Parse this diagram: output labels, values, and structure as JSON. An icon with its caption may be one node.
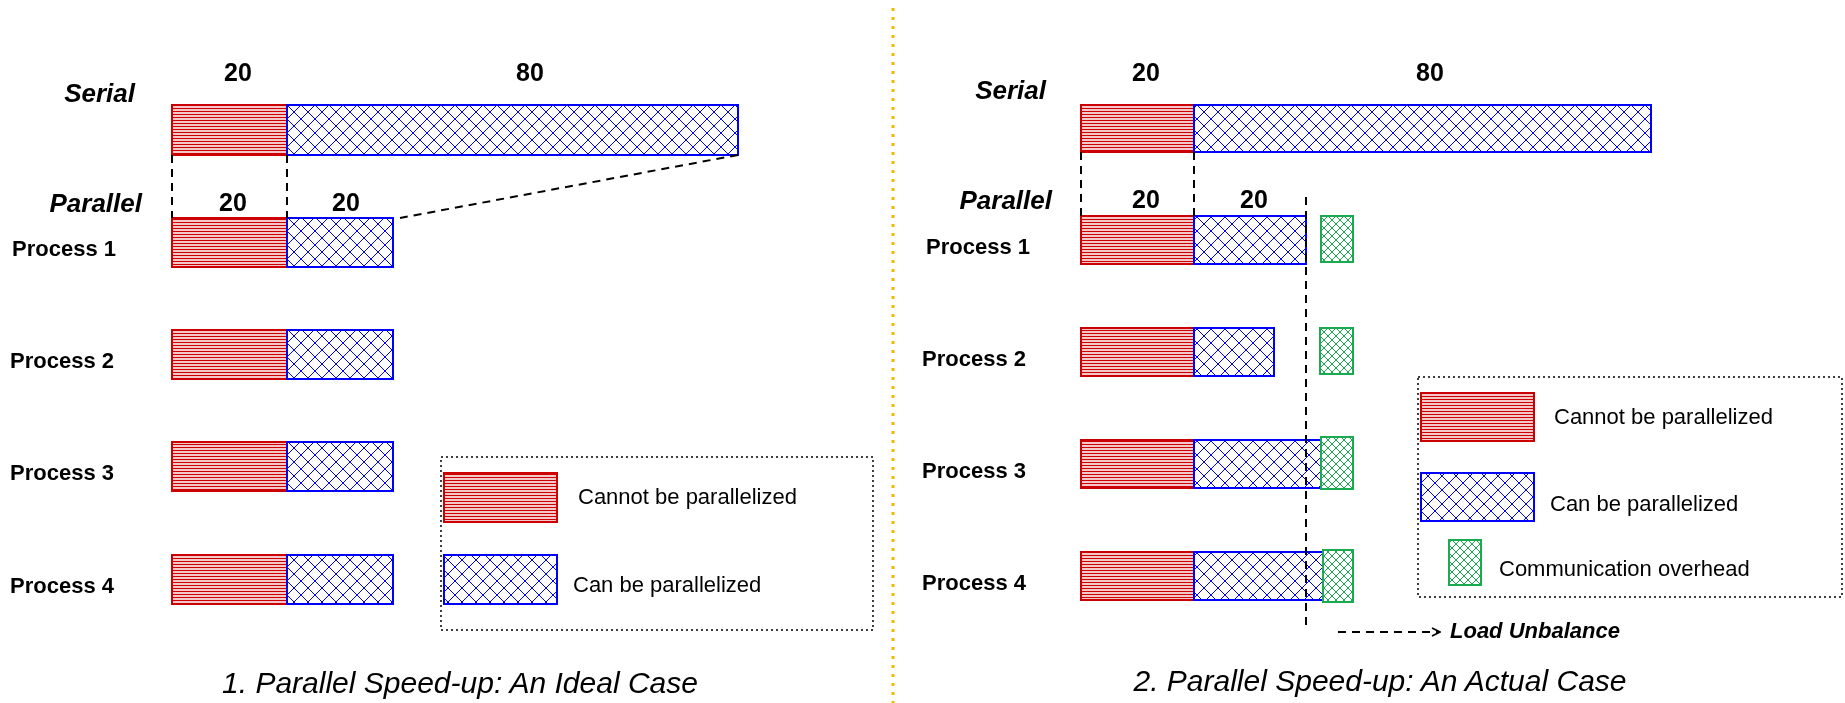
{
  "diagram": {
    "labels": [
      "Serial",
      "20",
      "80",
      "Parallel",
      "20",
      "20",
      "Process 1",
      "Process 2",
      "Process 3",
      "Process 4",
      "1. Parallel Speed-up: An Ideal Case",
      "Serial",
      "20",
      "80",
      "Parallel",
      "20",
      "20",
      "Process 1",
      "Process 2",
      "Process 3",
      "Process 4",
      "Load Unbalance",
      "2. Parallel Speed-up: An Actual Case"
    ],
    "legend": [
      {
        "text": "Cannot be parallelized",
        "color": "#cc0000"
      },
      {
        "text": "Can be parallelized",
        "color": "#0000ff"
      },
      {
        "text": "Cannot be parallelized",
        "color": "#cc0000"
      },
      {
        "text": "Can be parallelized",
        "color": "#0000ff"
      },
      {
        "text": "Communication overhead",
        "color": "#1aaa50"
      }
    ]
  }
}
